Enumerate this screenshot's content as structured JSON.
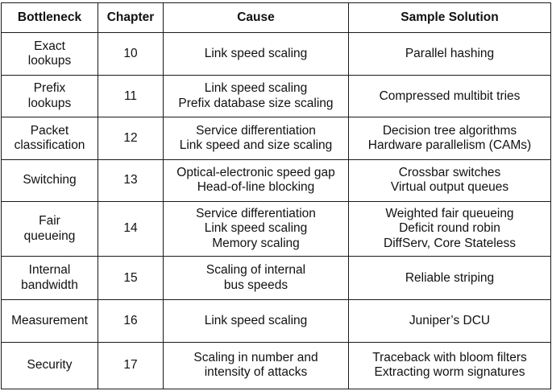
{
  "headers": [
    "Bottleneck",
    "Chapter",
    "Cause",
    "Sample Solution"
  ],
  "rows": [
    {
      "bottleneck": [
        "Exact",
        "lookups"
      ],
      "chapter": "10",
      "cause": [
        "Link speed scaling"
      ],
      "solution": [
        "Parallel hashing"
      ]
    },
    {
      "bottleneck": [
        "Prefix",
        "lookups"
      ],
      "chapter": "11",
      "cause": [
        "Link speed scaling",
        "Prefix database size scaling"
      ],
      "solution": [
        "Compressed multibit tries"
      ]
    },
    {
      "bottleneck": [
        "Packet",
        "classification"
      ],
      "chapter": "12",
      "cause": [
        "Service differentiation",
        "Link speed and size scaling"
      ],
      "solution": [
        "Decision tree algorithms",
        "Hardware parallelism (CAMs)"
      ]
    },
    {
      "bottleneck": [
        "Switching"
      ],
      "chapter": "13",
      "cause": [
        "Optical-electronic speed gap",
        "Head-of-line blocking"
      ],
      "solution": [
        "Crossbar switches",
        "Virtual output queues"
      ]
    },
    {
      "bottleneck": [
        "Fair",
        "queueing"
      ],
      "chapter": "14",
      "cause": [
        "Service differentiation",
        "Link speed scaling",
        "Memory scaling"
      ],
      "solution": [
        "Weighted fair queueing",
        "Deficit round robin",
        "DiffServ, Core Stateless"
      ]
    },
    {
      "bottleneck": [
        "Internal",
        "bandwidth"
      ],
      "chapter": "15",
      "cause": [
        "Scaling of internal",
        "bus speeds"
      ],
      "solution": [
        "Reliable striping"
      ]
    },
    {
      "bottleneck": [
        "Measurement"
      ],
      "chapter": "16",
      "cause": [
        "Link speed scaling"
      ],
      "solution": [
        "Juniper’s DCU"
      ]
    },
    {
      "bottleneck": [
        "Security"
      ],
      "chapter": "17",
      "cause": [
        "Scaling in number and",
        "intensity of attacks"
      ],
      "solution": [
        "Traceback with bloom filters",
        "Extracting worm signatures"
      ]
    }
  ]
}
